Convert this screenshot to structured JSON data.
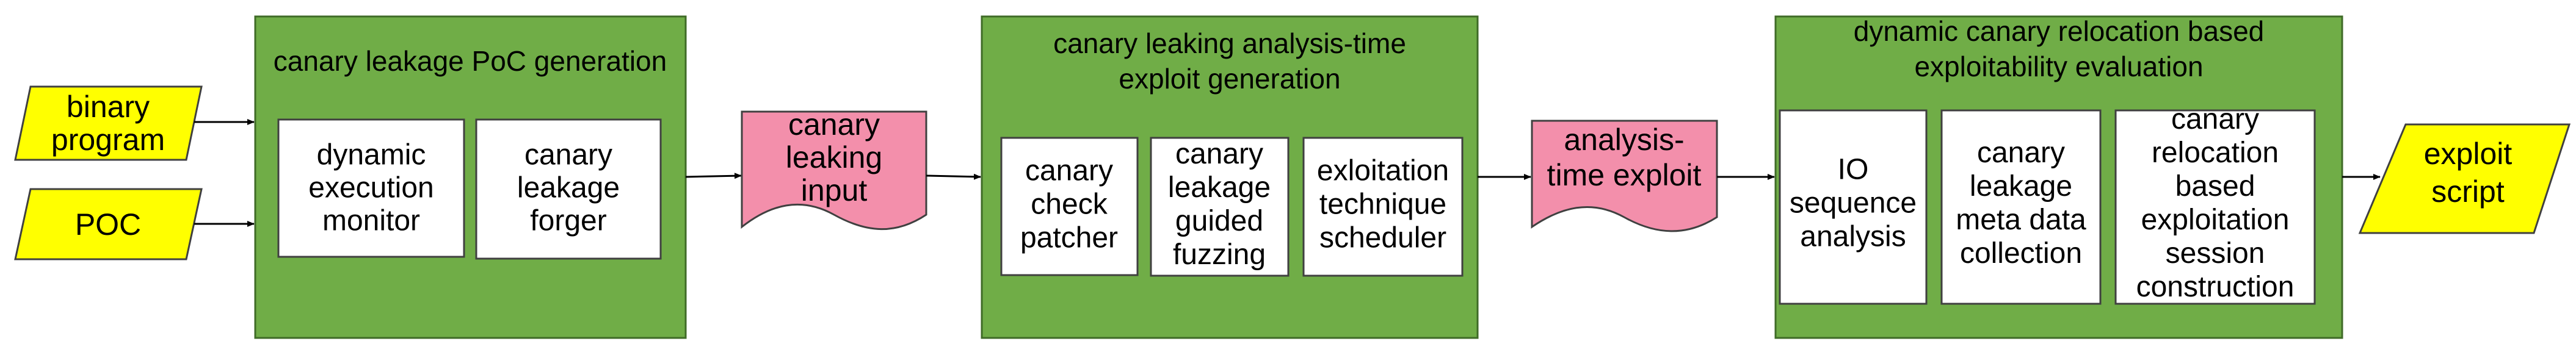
{
  "inputs": {
    "binary_program": [
      "binary",
      "program"
    ],
    "poc": [
      "POC"
    ]
  },
  "stage1": {
    "title": [
      "canary leakage PoC generation"
    ],
    "box1": [
      "dynamic",
      "execution",
      "monitor"
    ],
    "box2": [
      "canary",
      "leakage",
      "forger"
    ]
  },
  "artifact1": [
    "canary",
    "leaking",
    "input"
  ],
  "stage2": {
    "title": [
      "canary leaking analysis-time",
      "exploit generation"
    ],
    "box1": [
      "canary",
      "check",
      "patcher"
    ],
    "box2": [
      "canary",
      "leakage",
      "guided",
      "fuzzing"
    ],
    "box3": [
      "exloitation",
      "technique",
      "scheduler"
    ]
  },
  "artifact2": [
    "analysis-",
    "time exploit"
  ],
  "stage3": {
    "title": [
      "dynamic canary relocation based",
      "exploitability evaluation"
    ],
    "box1": [
      "IO",
      "sequence",
      "analysis"
    ],
    "box2": [
      "canary",
      "leakage",
      "meta data",
      "collection"
    ],
    "box3": [
      "canary",
      "relocation",
      "based",
      "exploitation",
      "session",
      "construction"
    ]
  },
  "output": [
    "exploit",
    "script"
  ],
  "colors": {
    "stage_fill": "#70ad47",
    "input_fill": "#ffff00",
    "artifact_fill": "#f38fab",
    "box_fill": "#ffffff"
  }
}
